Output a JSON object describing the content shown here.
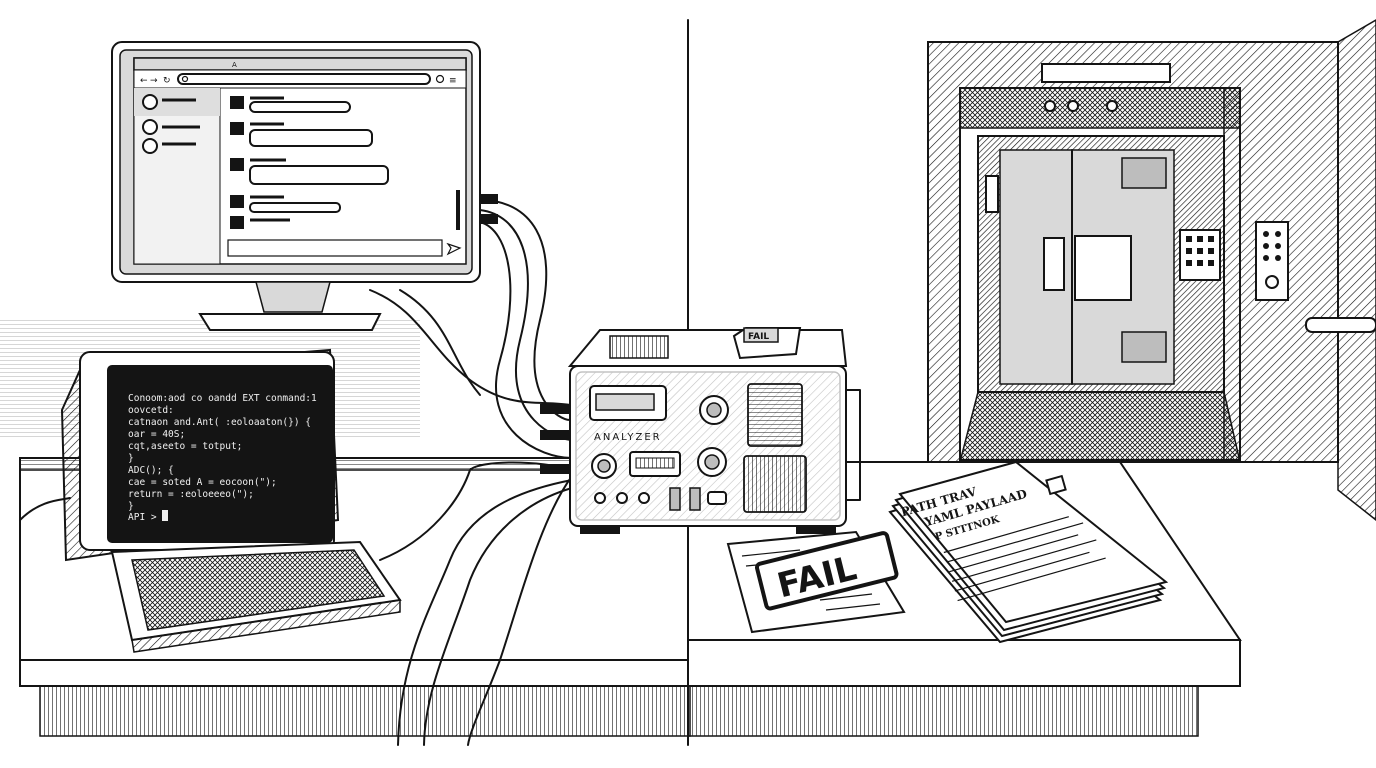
{
  "terminal": {
    "lines": [
      "Conoom:aod co oandd EXT conmand:1",
      "oovcetd:",
      "catnaon and.Ant( :eoloaaton(}) {",
      "  oar = 40S;",
      "  cqt,aseeto = totput;",
      "}",
      "ADC(); {",
      "  cae = soted A = eocoon(\");",
      "  return = :eoloeeeo(\");",
      "}"
    ],
    "prompt": "API > "
  },
  "analyzer": {
    "label": "ANALYZER",
    "tag": "FAIL"
  },
  "stamp": {
    "text": "FAIL"
  },
  "documents": {
    "title_1": "PATH TRAV",
    "title_2": "YAML PAYLAAD",
    "title_3": "P STTTNOK"
  },
  "monitor": {
    "tab_label": "A",
    "icons": [
      "back-arrow-icon",
      "forward-arrow-icon",
      "reload-icon",
      "search-icon",
      "settings-icon",
      "menu-icon",
      "send-icon"
    ]
  },
  "colors": {
    "ink": "#141414",
    "terminal_bg": "#141414",
    "paper": "#ffffff"
  }
}
